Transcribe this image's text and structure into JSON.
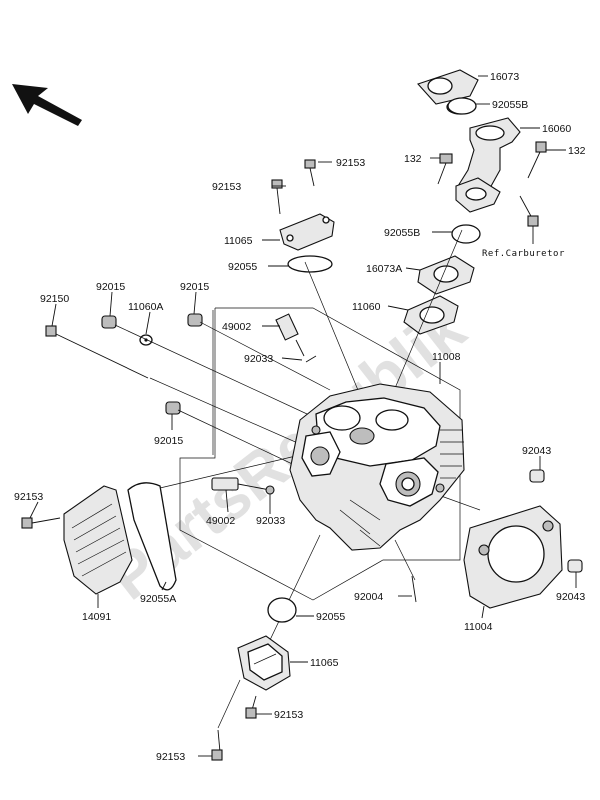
{
  "watermark": "PartsRepublik",
  "reference_note": "Ref.Carburetor",
  "labels": {
    "l16073": "16073",
    "l92055B_top": "92055B",
    "l16060": "16060",
    "l132_left": "132",
    "l132_right": "132",
    "l92153_a": "92153",
    "l92153_b": "92153",
    "l11065_top": "11065",
    "l92055B_mid": "92055B",
    "l92055_top": "92055",
    "l16073A": "16073A",
    "l11060": "11060",
    "l92150": "92150",
    "l92015_a": "92015",
    "l11060A": "11060A",
    "l92015_b": "92015",
    "l49002_top": "49002",
    "l92033_top": "92033",
    "l11008": "11008",
    "l92015_c": "92015",
    "l92043_top": "92043",
    "l92153_c": "92153",
    "l49002_bot": "49002",
    "l92033_bot": "92033",
    "l14091": "14091",
    "l92055A": "92055A",
    "l92004": "92004",
    "l11004": "11004",
    "l92043_bot": "92043",
    "l92055_bot": "92055",
    "l11065_bot": "11065",
    "l92153_d": "92153",
    "l92153_e": "92153"
  }
}
